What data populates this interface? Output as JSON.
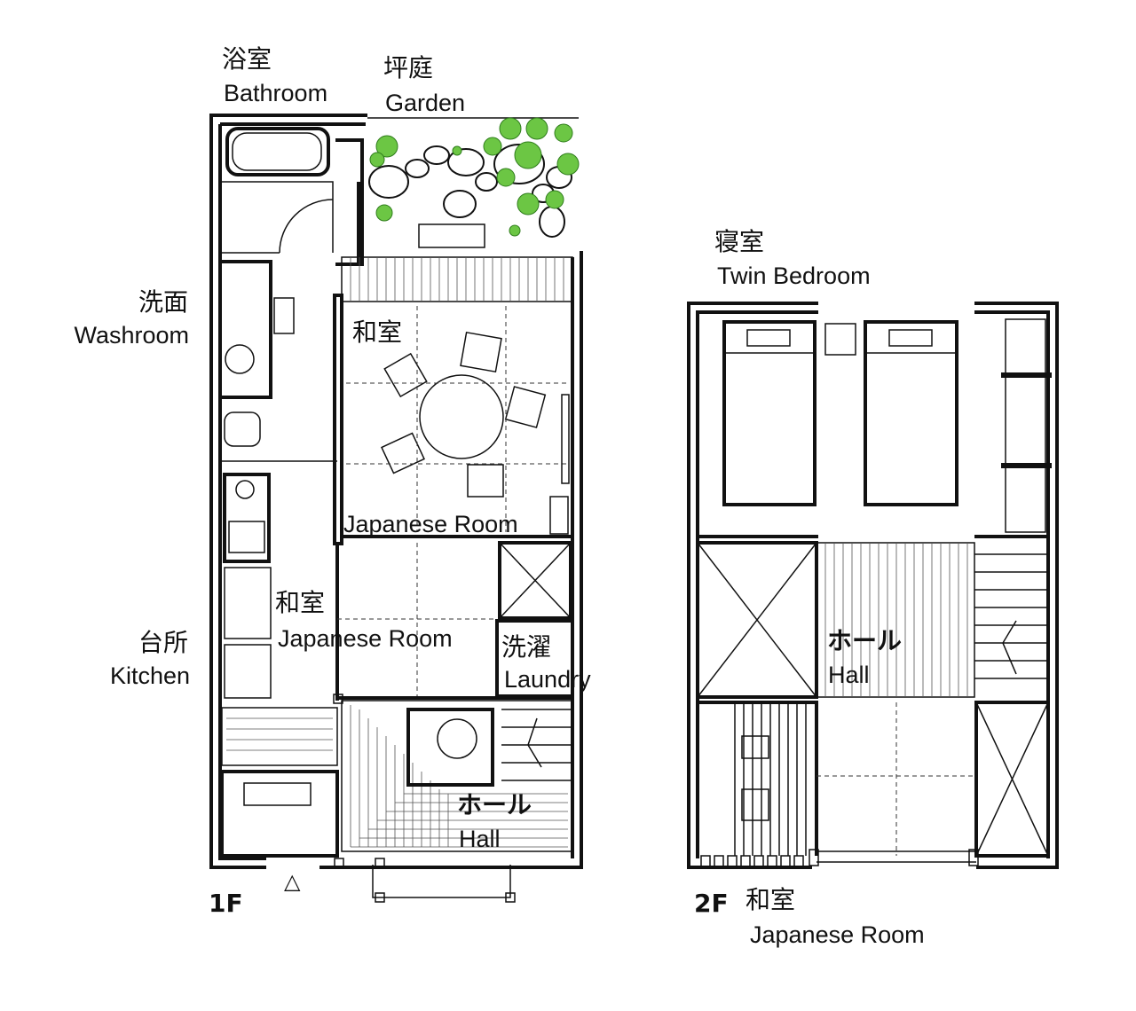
{
  "floor1": {
    "label": "1F",
    "rooms": {
      "bathroom": {
        "jp": "浴室",
        "en": "Bathroom"
      },
      "garden": {
        "jp": "坪庭",
        "en": "Garden"
      },
      "washroom": {
        "jp": "洗面",
        "en": "Washroom"
      },
      "japanese_room_back": {
        "jp": "和室",
        "en": "Japanese Room"
      },
      "japanese_room_front": {
        "jp": "和室",
        "en": "Japanese Room"
      },
      "laundry": {
        "jp": "洗濯",
        "en": "Laundry"
      },
      "kitchen": {
        "jp": "台所",
        "en": "Kitchen"
      },
      "hall": {
        "jp": "ホール",
        "en": "Hall"
      }
    },
    "entrance_symbol": "△"
  },
  "floor2": {
    "label": "2F",
    "rooms": {
      "twin_bedroom": {
        "jp": "寝室",
        "en": "Twin Bedroom"
      },
      "hall": {
        "jp": "ホール",
        "en": "Hall"
      },
      "japanese_room": {
        "jp": "和室",
        "en": "Japanese Room"
      }
    }
  },
  "colors": {
    "lines": "#111111",
    "plants": "#6cc644"
  }
}
